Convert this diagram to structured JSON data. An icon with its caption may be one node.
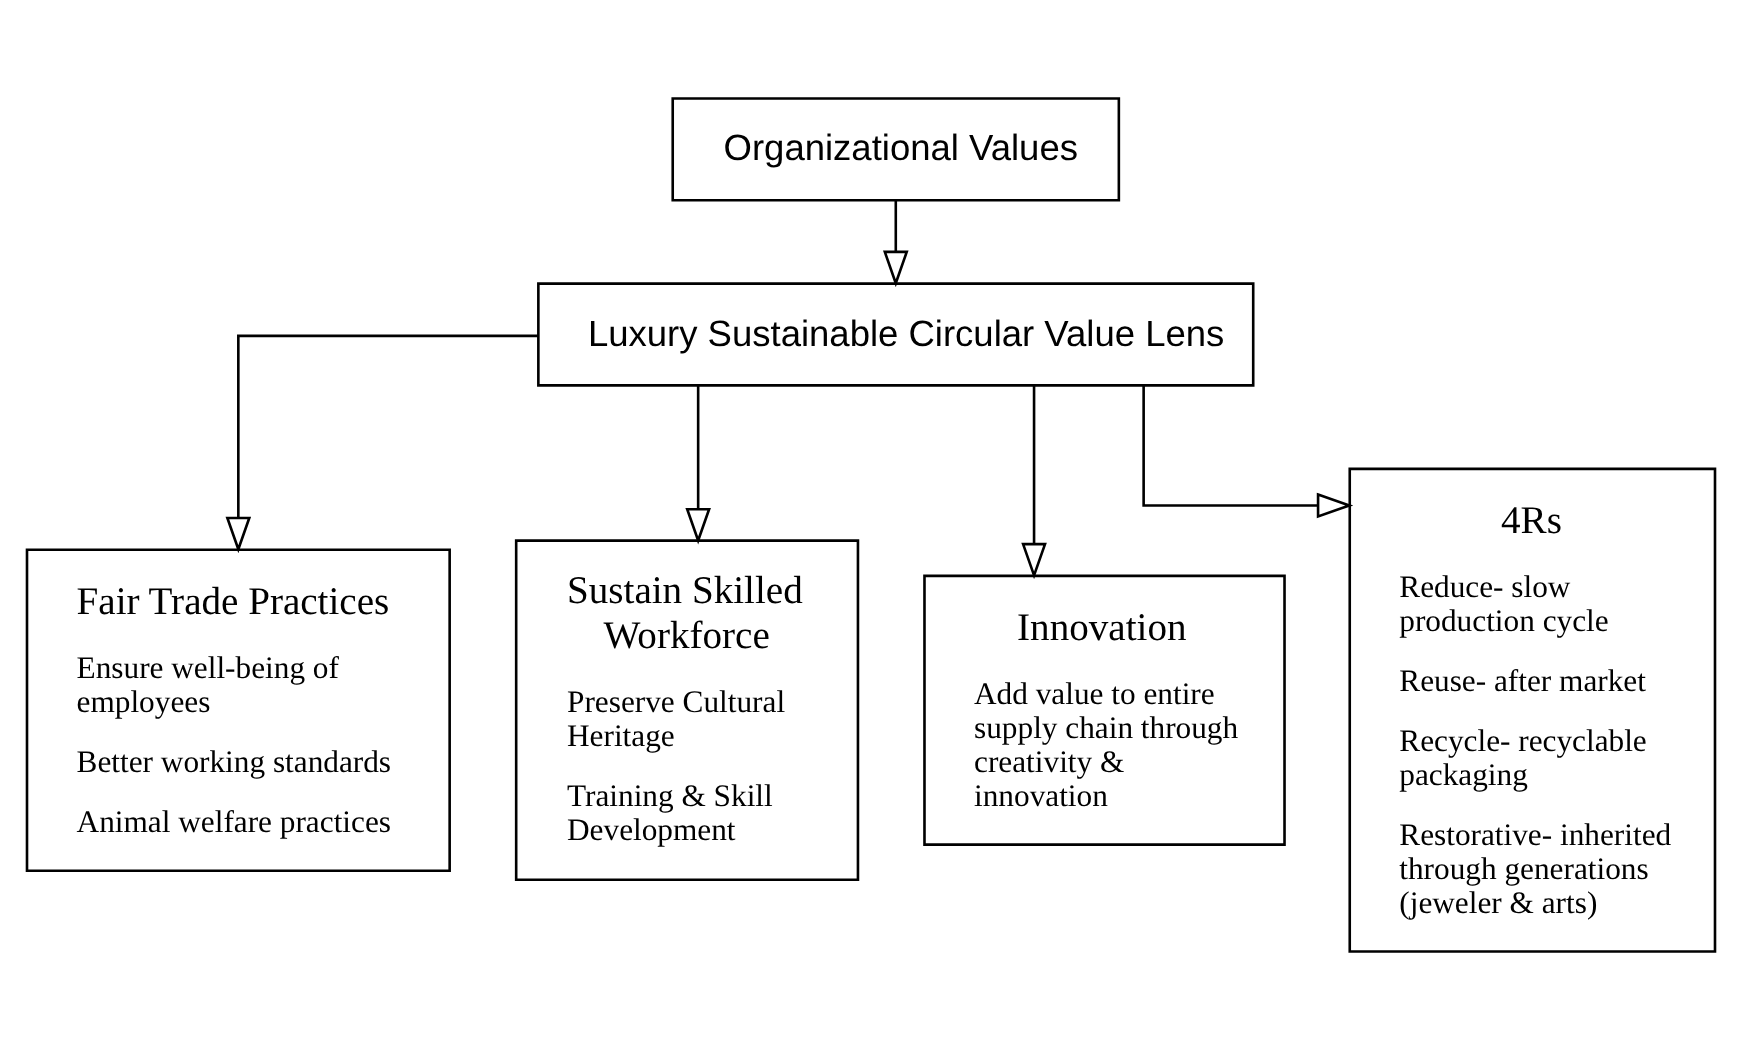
{
  "diagram": {
    "nodes": [
      {
        "text": [
          "Organizational Values"
        ]
      },
      {
        "text": [
          "Luxury Sustainable Circular Value Lens"
        ]
      },
      {
        "text": [
          "Fair Trade Practices",
          "Ensure well-being of employees",
          "Better working standards",
          "Animal welfare practices"
        ]
      },
      {
        "text": [
          "Sustain Skilled Workforce",
          "Preserve Cultural Heritage",
          "Training & Skill Development"
        ]
      },
      {
        "text": [
          "Innovation",
          "Add value to entire supply chain through creativity & innovation"
        ]
      },
      {
        "text": [
          "4Rs",
          "Reduce- slow production cycle",
          "Reuse- after market",
          "Recycle- recyclable packaging",
          "Restorative- inherited through generations (jeweler & arts)"
        ]
      }
    ],
    "edges": [
      {
        "from": 0,
        "to": 1,
        "arrow": "to"
      },
      {
        "from": 1,
        "to": 2,
        "arrow": "to"
      },
      {
        "from": 1,
        "to": 3,
        "arrow": "to"
      },
      {
        "from": 1,
        "to": 4,
        "arrow": "to"
      },
      {
        "from": 1,
        "to": 5,
        "arrow": "to"
      }
    ]
  }
}
